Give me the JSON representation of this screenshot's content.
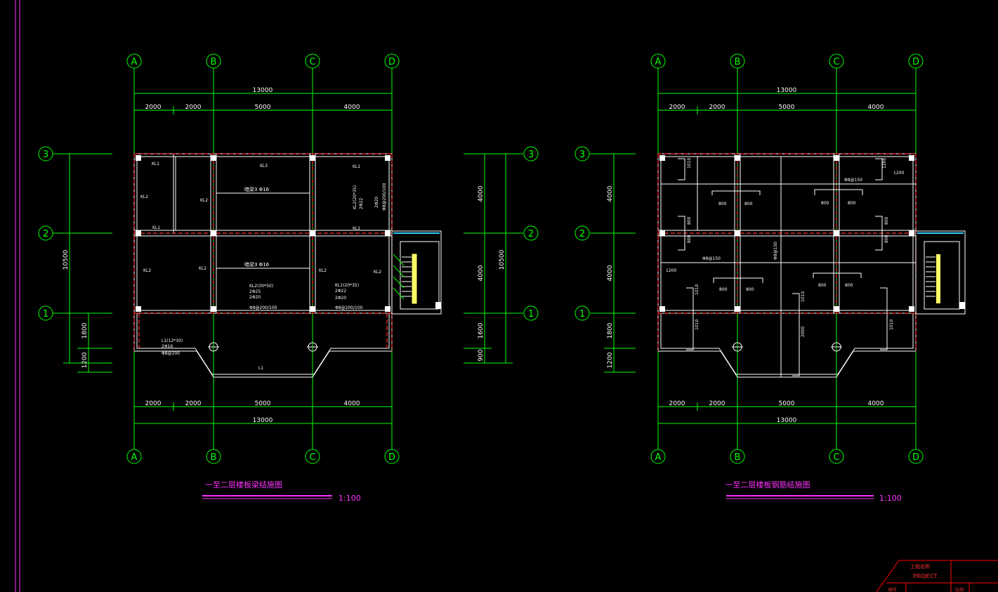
{
  "colors": {
    "background": "#000000",
    "axis": "#00ff00",
    "wall": "#ffffff",
    "beam_dash": "#ff3030",
    "title": "#ff33ff",
    "text": "#ffffff",
    "frame": "#ff0000",
    "stair": "#ffff66",
    "glass": "#33ccff"
  },
  "axes": {
    "columns": [
      "A",
      "B",
      "C",
      "D"
    ],
    "rows": [
      "3",
      "2",
      "1"
    ]
  },
  "dims": {
    "total_x": "13000",
    "seg_x": [
      "2000",
      "2000",
      "5000",
      "4000"
    ],
    "total_y": "10500",
    "seg_y_left": [
      "1800",
      "1200"
    ],
    "seg_y_right": [
      "4000",
      "4000",
      "1600",
      "900"
    ],
    "seg_y_plan2": [
      "4000",
      "4000",
      "1800",
      "1200"
    ]
  },
  "plan1": {
    "title": "一至二层楼板梁结施图",
    "scale": "1:100",
    "labels": {
      "kl1_a": "KL1",
      "kl3": "KL3",
      "kl1_b": "KL1",
      "kl2_a": "KL2",
      "kl2_b": "KL2",
      "rebar_top": "暗梁3 Φ16",
      "kl1_c": "KL1",
      "kl1_d": "KL1",
      "kl2_c": "KL2",
      "kl2_d": "KL2",
      "rebar_bottom": "暗梁3 Φ16",
      "kl2_e": "KL2",
      "kl2_f": "KL2",
      "kl2_note": "KL2(30*50)",
      "kl2_note2": "2Φ25",
      "kl2_note3": "2Φ20",
      "kl2_note4": "Φ8@200/100",
      "kl1_note": "KL1(20*35)",
      "kl1_note2": "2Φ22",
      "kl1_note3": "2Φ20",
      "kl1_note4": "Φ8@200/100",
      "v_note": "KL2(20*35)",
      "v_note2": "2Φ22",
      "v_note3": "2Φ20",
      "v_note4": "Φ8@200/100",
      "l1_note": "L1(12*30)",
      "l1_note2": "2Φ16",
      "l1_note3": "Φ8@200",
      "l1": "L1"
    }
  },
  "plan2": {
    "title": "一至二层楼板钢筋结施图",
    "scale": "1:100",
    "labels": {
      "r1": "800",
      "r2": "800",
      "r3": "800",
      "r4": "800",
      "r5": "800",
      "r6": "800",
      "r7": "800",
      "r8": "800",
      "r9": "1200",
      "r10": "1200",
      "r11": "Φ8@150",
      "r12": "Φ8@150",
      "r13": "Φ8@150",
      "v1": "1010",
      "v2": "1200",
      "v3": "800",
      "v4": "800",
      "v5": "1010",
      "v6": "1010",
      "v7": "2000",
      "v8": "1010",
      "v9": "1010",
      "v10": "800",
      "v11": "800"
    }
  },
  "titleblock": {
    "cn": "工程名称",
    "en": "PROJECT",
    "c1": "图号",
    "c2": "比例"
  }
}
